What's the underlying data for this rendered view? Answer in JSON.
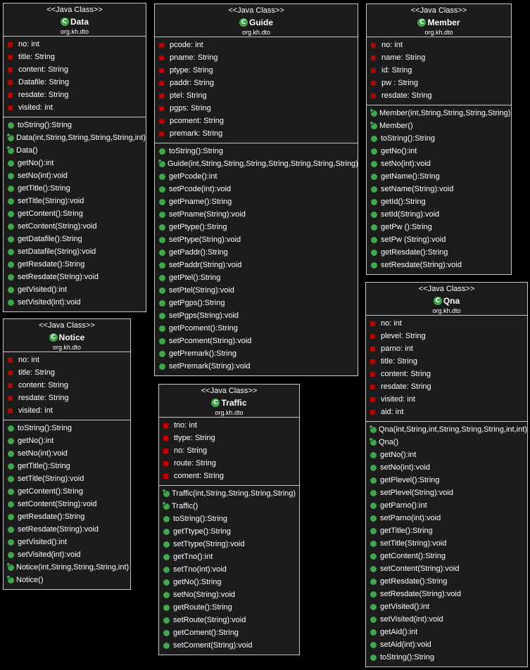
{
  "classes": [
    {
      "id": "data",
      "stereotype": "<<Java Class>>",
      "name": "Data",
      "package": "org.kh.dto",
      "fields": [
        "no: int",
        "title: String",
        "content: String",
        "Datafile: String",
        "resdate: String",
        "visited: int"
      ],
      "methods": [
        {
          "text": "toString():String",
          "ctor": false
        },
        {
          "text": "Data(int,String,String,String,String,int)",
          "ctor": true
        },
        {
          "text": "Data()",
          "ctor": true
        },
        {
          "text": "getNo():int",
          "ctor": false
        },
        {
          "text": "setNo(int):void",
          "ctor": false
        },
        {
          "text": "getTitle():String",
          "ctor": false
        },
        {
          "text": "setTitle(String):void",
          "ctor": false
        },
        {
          "text": "getContent():String",
          "ctor": false
        },
        {
          "text": "setContent(String):void",
          "ctor": false
        },
        {
          "text": "getDatafile():String",
          "ctor": false
        },
        {
          "text": "setDatafile(String):void",
          "ctor": false
        },
        {
          "text": "getResdate():String",
          "ctor": false
        },
        {
          "text": "setResdate(String):void",
          "ctor": false
        },
        {
          "text": "getVisited():int",
          "ctor": false
        },
        {
          "text": "setVisited(int):void",
          "ctor": false
        }
      ]
    },
    {
      "id": "guide",
      "stereotype": "<<Java Class>>",
      "name": "Guide",
      "package": "org.kh.dto",
      "fields": [
        "pcode: int",
        "pname: String",
        "ptype: String",
        "paddr: String",
        "ptel: String",
        "pgps: String",
        "pcoment: String",
        "premark: String"
      ],
      "methods": [
        {
          "text": "toString():String",
          "ctor": false
        },
        {
          "text": "Guide(int,String,String,String,String,String,String,String)",
          "ctor": true
        },
        {
          "text": "getPcode():int",
          "ctor": false
        },
        {
          "text": "setPcode(int):void",
          "ctor": false
        },
        {
          "text": "getPname():String",
          "ctor": false
        },
        {
          "text": "setPname(String):void",
          "ctor": false
        },
        {
          "text": "getPtype():String",
          "ctor": false
        },
        {
          "text": "setPtype(String):void",
          "ctor": false
        },
        {
          "text": "getPaddr():String",
          "ctor": false
        },
        {
          "text": "setPaddr(String):void",
          "ctor": false
        },
        {
          "text": "getPtel():String",
          "ctor": false
        },
        {
          "text": "setPtel(String):void",
          "ctor": false
        },
        {
          "text": "getPgps():String",
          "ctor": false
        },
        {
          "text": "setPgps(String):void",
          "ctor": false
        },
        {
          "text": "getPcoment():String",
          "ctor": false
        },
        {
          "text": "setPcoment(String):void",
          "ctor": false
        },
        {
          "text": "getPremark():String",
          "ctor": false
        },
        {
          "text": "setPremark(String):void",
          "ctor": false
        }
      ]
    },
    {
      "id": "member",
      "stereotype": "<<Java Class>>",
      "name": "Member",
      "package": "org.kh.dto",
      "fields": [
        "no: int",
        "name: String",
        "id: String",
        "pw : String",
        "resdate: String"
      ],
      "methods": [
        {
          "text": "Member(int,String,String,String,String)",
          "ctor": true
        },
        {
          "text": "Member()",
          "ctor": true
        },
        {
          "text": "toString():String",
          "ctor": false
        },
        {
          "text": "getNo():int",
          "ctor": false
        },
        {
          "text": "setNo(int):void",
          "ctor": false
        },
        {
          "text": "getName():String",
          "ctor": false
        },
        {
          "text": "setName(String):void",
          "ctor": false
        },
        {
          "text": "getId():String",
          "ctor": false
        },
        {
          "text": "setId(String):void",
          "ctor": false
        },
        {
          "text": "getPw ():String",
          "ctor": false
        },
        {
          "text": "setPw (String):void",
          "ctor": false
        },
        {
          "text": "getResdate():String",
          "ctor": false
        },
        {
          "text": "setResdate(String):void",
          "ctor": false
        }
      ]
    },
    {
      "id": "notice",
      "stereotype": "<<Java Class>>",
      "name": "Notice",
      "package": "org.kh.dto",
      "fields": [
        "no: int",
        "title: String",
        "content: String",
        "resdate: String",
        "visited: int"
      ],
      "methods": [
        {
          "text": "toString():String",
          "ctor": false
        },
        {
          "text": "getNo():int",
          "ctor": false
        },
        {
          "text": "setNo(int):void",
          "ctor": false
        },
        {
          "text": "getTitle():String",
          "ctor": false
        },
        {
          "text": "setTitle(String):void",
          "ctor": false
        },
        {
          "text": "getContent():String",
          "ctor": false
        },
        {
          "text": "setContent(String):void",
          "ctor": false
        },
        {
          "text": "getResdate():String",
          "ctor": false
        },
        {
          "text": "setResdate(String):void",
          "ctor": false
        },
        {
          "text": "getVisited():int",
          "ctor": false
        },
        {
          "text": "setVisited(int):void",
          "ctor": false
        },
        {
          "text": "Notice(int,String,String,String,int)",
          "ctor": true
        },
        {
          "text": "Notice()",
          "ctor": true
        }
      ]
    },
    {
      "id": "traffic",
      "stereotype": "<<Java Class>>",
      "name": "Traffic",
      "package": "org.kh.dto",
      "fields": [
        "tno: int",
        "ttype: String",
        "no: String",
        "route: String",
        "coment: String"
      ],
      "methods": [
        {
          "text": "Traffic(int,String,String,String,String)",
          "ctor": true
        },
        {
          "text": "Traffic()",
          "ctor": true
        },
        {
          "text": "toString():String",
          "ctor": false
        },
        {
          "text": "getTtype():String",
          "ctor": false
        },
        {
          "text": "setTtype(String):void",
          "ctor": false
        },
        {
          "text": "getTno():int",
          "ctor": false
        },
        {
          "text": "setTno(int):void",
          "ctor": false
        },
        {
          "text": "getNo():String",
          "ctor": false
        },
        {
          "text": "setNo(String):void",
          "ctor": false
        },
        {
          "text": "getRoute():String",
          "ctor": false
        },
        {
          "text": "setRoute(String):void",
          "ctor": false
        },
        {
          "text": "getComent():String",
          "ctor": false
        },
        {
          "text": "setComent(String):void",
          "ctor": false
        }
      ]
    },
    {
      "id": "qna",
      "stereotype": "<<Java Class>>",
      "name": "Qna",
      "package": "org.kh.dto",
      "fields": [
        "no: int",
        "plevel: String",
        "parno: int",
        "title: String",
        "content: String",
        "resdate: String",
        "visited: int",
        "aid: int"
      ],
      "methods": [
        {
          "text": "Qna(int,String,int,String,String,String,int,int)",
          "ctor": true
        },
        {
          "text": "Qna()",
          "ctor": true
        },
        {
          "text": "getNo():int",
          "ctor": false
        },
        {
          "text": "setNo(int):void",
          "ctor": false
        },
        {
          "text": "getPlevel():String",
          "ctor": false
        },
        {
          "text": "setPlevel(String):void",
          "ctor": false
        },
        {
          "text": "getParno():int",
          "ctor": false
        },
        {
          "text": "setParno(int):void",
          "ctor": false
        },
        {
          "text": "getTitle():String",
          "ctor": false
        },
        {
          "text": "setTitle(String):void",
          "ctor": false
        },
        {
          "text": "getContent():String",
          "ctor": false
        },
        {
          "text": "setContent(String):void",
          "ctor": false
        },
        {
          "text": "getResdate():String",
          "ctor": false
        },
        {
          "text": "setResdate(String):void",
          "ctor": false
        },
        {
          "text": "getVisited():int",
          "ctor": false
        },
        {
          "text": "setVisited(int):void",
          "ctor": false
        },
        {
          "text": "getAid():int",
          "ctor": false
        },
        {
          "text": "setAid(int):void",
          "ctor": false
        },
        {
          "text": "toString():String",
          "ctor": false
        }
      ]
    }
  ]
}
